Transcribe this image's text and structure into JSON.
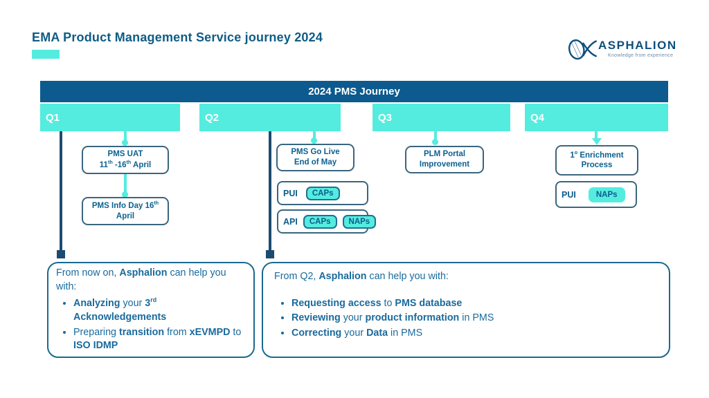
{
  "header": {
    "title": "EMA Product Management Service journey 2024"
  },
  "logo": {
    "name": "ASPHALION",
    "tagline": "Knowledge from experience"
  },
  "timeline": {
    "title": "2024 PMS Journey",
    "quarters": [
      {
        "label": "Q1"
      },
      {
        "label": "Q2"
      },
      {
        "label": "Q3"
      },
      {
        "label": "Q4"
      }
    ]
  },
  "milestones": {
    "q1_uat": {
      "lines": [
        [
          {
            "t": "PMS UAT"
          }
        ],
        [
          {
            "t": "11"
          },
          {
            "t": "th",
            "sup": true
          },
          {
            "t": " -16"
          },
          {
            "t": "th",
            "sup": true
          },
          {
            "t": "  April"
          }
        ]
      ]
    },
    "q1_infoday": {
      "lines": [
        [
          {
            "t": "PMS Info Day 16"
          },
          {
            "t": "th",
            "sup": true
          }
        ],
        [
          {
            "t": "April"
          }
        ]
      ]
    },
    "q2_golive": {
      "lines": [
        [
          {
            "t": "PMS Go Live"
          }
        ],
        [
          {
            "t": "End of May"
          }
        ]
      ]
    },
    "q3_plm": {
      "lines": [
        [
          {
            "t": "PLM Portal"
          }
        ],
        [
          {
            "t": "Improvement"
          }
        ]
      ]
    },
    "q4_enrich": {
      "lines": [
        [
          {
            "t": "1"
          },
          {
            "t": "o",
            "sup": true
          },
          {
            "t": " Enrichment"
          }
        ],
        [
          {
            "t": "Process"
          }
        ]
      ]
    }
  },
  "tagboxes": {
    "q2_pui": {
      "label": "PUI",
      "tags": [
        "CAPs"
      ]
    },
    "q2_api": {
      "label": "API",
      "tags": [
        "CAPs",
        "NAPs"
      ]
    },
    "q4_pui": {
      "label": "PUI",
      "tags": [
        "NAPs"
      ]
    }
  },
  "panels": {
    "q1": {
      "intro": [
        {
          "t": "From now on, "
        },
        {
          "t": "Asphalion",
          "b": true
        },
        {
          "t": " can help you with:"
        }
      ],
      "bullets": [
        [
          {
            "t": "Analyzing",
            "b": true
          },
          {
            "t": " your "
          },
          {
            "t": "3",
            "b": true
          },
          {
            "t": "rd",
            "b": true,
            "sup": true
          },
          {
            "t": " "
          },
          {
            "t": "Acknowledgements",
            "b": true
          }
        ],
        [
          {
            "t": "Preparing "
          },
          {
            "t": "transition",
            "b": true
          },
          {
            "t": " from "
          },
          {
            "t": "xEVMPD",
            "b": true
          },
          {
            "t": " to "
          },
          {
            "t": "ISO IDMP",
            "b": true
          }
        ]
      ]
    },
    "q2": {
      "intro": [
        {
          "t": "From Q2, "
        },
        {
          "t": "Asphalion",
          "b": true
        },
        {
          "t": " can help you with:"
        }
      ],
      "bullets": [
        [
          {
            "t": "Requesting access",
            "b": true
          },
          {
            "t": " to "
          },
          {
            "t": "PMS database",
            "b": true
          }
        ],
        [
          {
            "t": "Reviewing",
            "b": true
          },
          {
            "t": " your "
          },
          {
            "t": "product information",
            "b": true
          },
          {
            "t": " in PMS"
          }
        ],
        [
          {
            "t": "Correcting",
            "b": true
          },
          {
            "t": " your "
          },
          {
            "t": "Data",
            "b": true
          },
          {
            "t": " in PMS"
          }
        ]
      ]
    }
  },
  "colors": {
    "navy": "#0d5a8e",
    "teal": "#54ecdf",
    "text_dark": "#0f5c86",
    "text_mile": "#0c6190",
    "text_body": "#1a6a9c",
    "line_dark": "#1d4b70",
    "border": "#3a657e",
    "panel_border": "#19688f"
  }
}
